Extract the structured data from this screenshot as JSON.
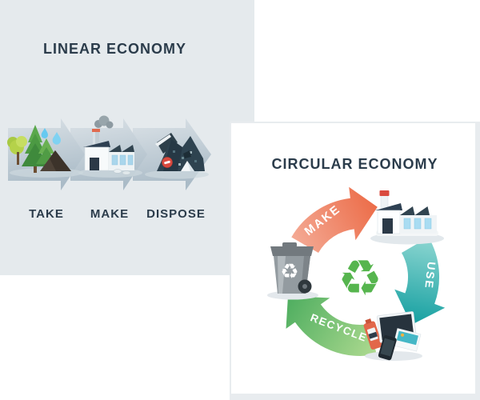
{
  "linear_panel": {
    "title": "LINEAR ECONOMY",
    "steps": [
      {
        "label": "TAKE"
      },
      {
        "label": "MAKE"
      },
      {
        "label": "DISPOSE"
      }
    ]
  },
  "circular_panel": {
    "title": "CIRCULAR ECONOMY",
    "cycle": [
      {
        "label": "MAKE",
        "color": "#ed7150"
      },
      {
        "label": "USE",
        "color": "#16a0a1"
      },
      {
        "label": "RECYCLE",
        "color": "#4fae60"
      }
    ],
    "center_symbol": "♻",
    "bin_symbol": "♻"
  },
  "colors": {
    "linear_panel_bg": "#e5eaed",
    "linear_arrow_light": "#d7dfe4",
    "linear_arrow_dark": "#adbec9",
    "heading_text": "#2b3c4b",
    "make_arrow_start": "#f2a38e",
    "make_arrow_end": "#ec6c48",
    "use_arrow_start": "#8fd7d2",
    "use_arrow_end": "#16a0a1",
    "recycle_arrow_start": "#aeda90",
    "recycle_arrow_end": "#4fae60",
    "recycle_symbol": "#56b54e",
    "panel_border": "#e8ecef"
  }
}
